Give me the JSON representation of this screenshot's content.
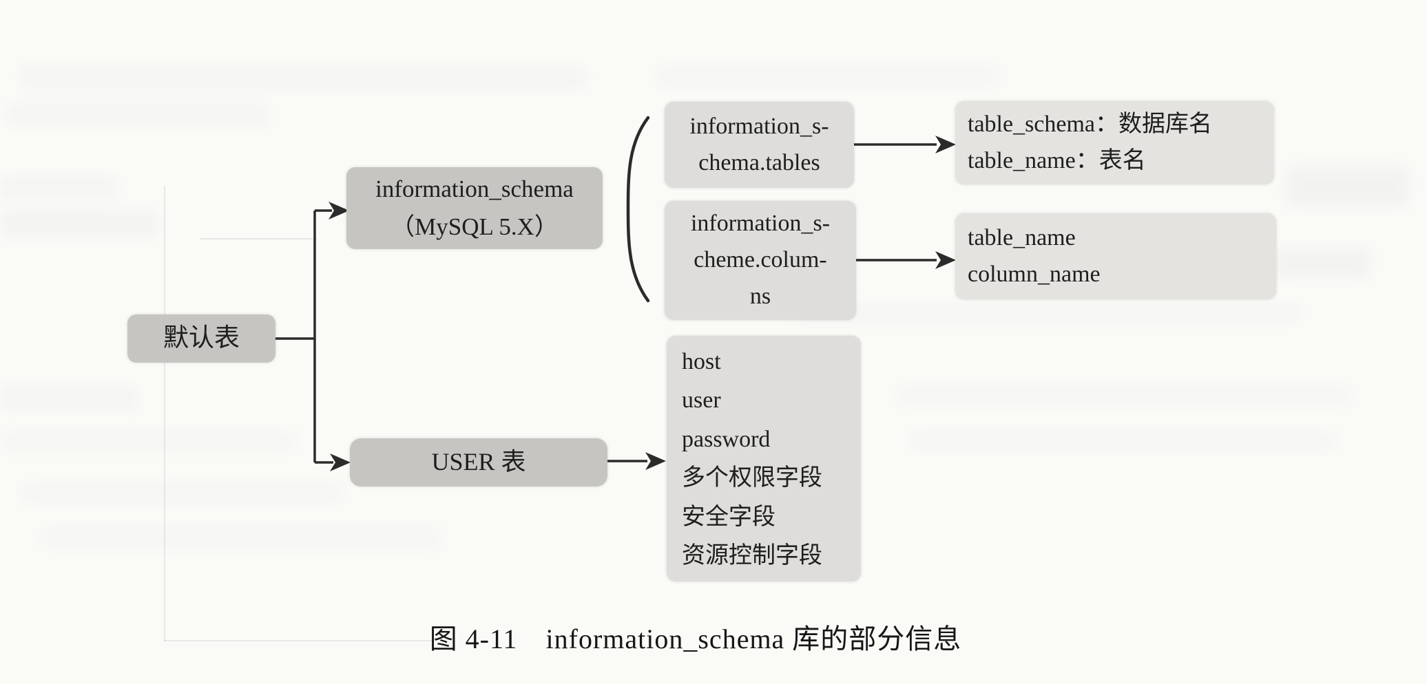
{
  "figure": {
    "caption": "图 4-11　information_schema 库的部分信息"
  },
  "colors": {
    "paper": "#fafaf7",
    "node_dark": "#c6c5c2",
    "node_light": "#dedddb",
    "node_lighter": "#e4e3e0",
    "line": "#2b2b2b",
    "text": "#1e1e1e"
  },
  "nodes": {
    "default_tables": {
      "label": "默认表"
    },
    "information_schema": {
      "lines": [
        "information_schema",
        "（MySQL 5.X）"
      ]
    },
    "information_schema_tables": {
      "lines": [
        "information_s-",
        "chema.tables"
      ]
    },
    "information_schema_columns": {
      "lines": [
        "information_s-",
        "cheme.colum-",
        "ns"
      ]
    },
    "tables_fields": {
      "lines": [
        "table_schema：数据库名",
        "table_name：表名"
      ]
    },
    "columns_fields": {
      "lines": [
        "table_name",
        "column_name"
      ]
    },
    "user_table": {
      "label": "USER 表"
    },
    "user_table_fields": {
      "lines": [
        "host",
        "user",
        "password",
        "多个权限字段",
        "安全字段",
        "资源控制字段"
      ]
    }
  }
}
